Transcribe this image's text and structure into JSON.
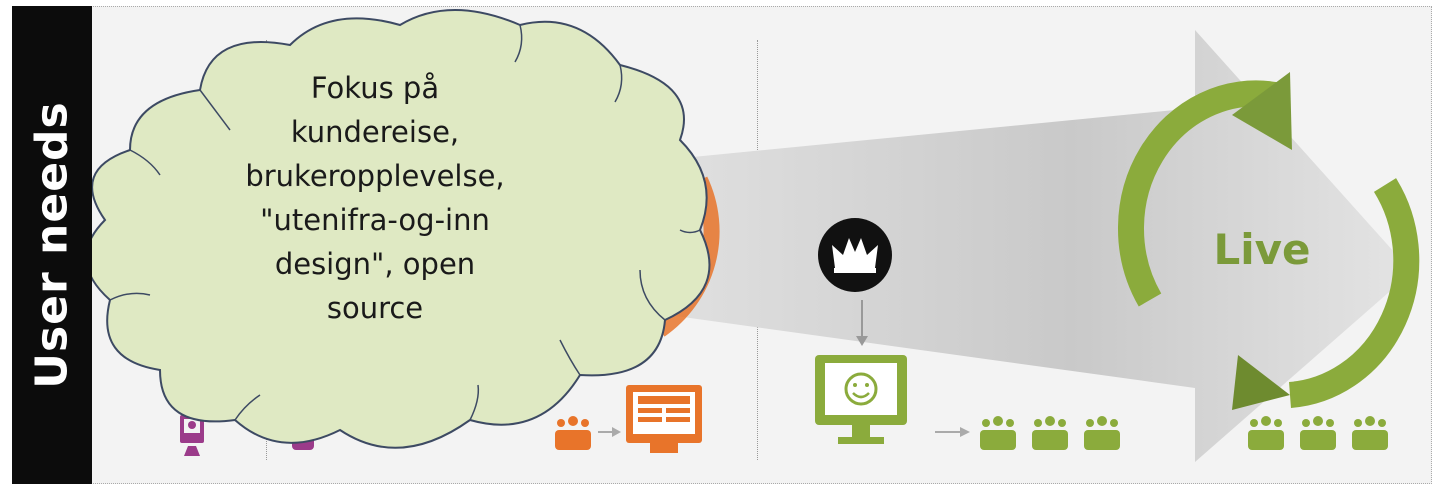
{
  "sidebar": {
    "label": "User needs"
  },
  "stages": {
    "live_label": "Live"
  },
  "callout": {
    "lines": [
      "Fokus på",
      "kundereise,",
      "brukeropplevelse,",
      "\"utenifra-og-inn",
      "design\", open",
      "source"
    ]
  },
  "colors": {
    "sidebar_bg": "#0c0c0c",
    "live_green": "#7b9a3a",
    "cloud_fill": "#dfe9c3",
    "orange": "#e8742a",
    "purple": "#9b3b8a"
  },
  "icons": {
    "crown": "crown-icon",
    "monitor_smiley": "monitor-smiley-icon",
    "people": "people-group-icon",
    "dashboard_screen": "dashboard-screen-icon",
    "cycle_arrows": "cycle-arrows-icon"
  }
}
